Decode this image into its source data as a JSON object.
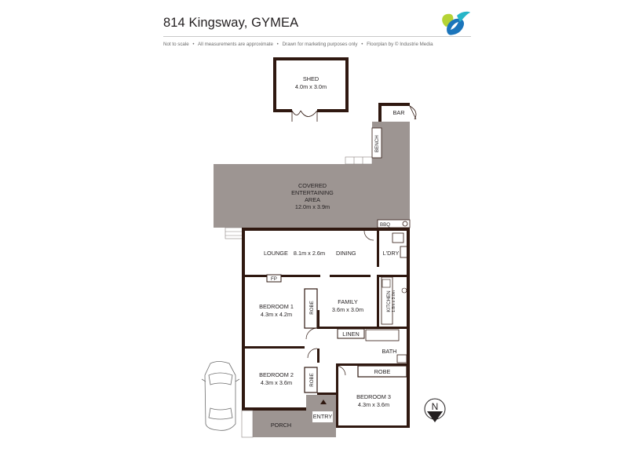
{
  "header": {
    "title": "814 Kingsway, GYMEA",
    "disclaimers": [
      "Not to scale",
      "•",
      "All measurements are approximate",
      "•",
      "Drawn for marketing purposes only",
      "•",
      "Floorplan by © Industrie Media"
    ]
  },
  "colors": {
    "wall": "#2f1810",
    "covered_area": "#9d9592",
    "porch": "#9d9592",
    "logo_green": "#b5d334",
    "logo_blue": "#1b75bb",
    "logo_teal": "#27b6c8"
  },
  "logo": {
    "icon": "leaf-logo-icon"
  },
  "rooms": {
    "shed": {
      "name": "SHED",
      "size": "4.0m x 3.0m"
    },
    "bar": {
      "name": "BAR"
    },
    "bench": {
      "name": "BENCH"
    },
    "covered": {
      "line1": "COVERED",
      "line2": "ENTERTAINING",
      "line3": "AREA",
      "size": "12.0m x 3.9m"
    },
    "bbq": {
      "name": "BBQ"
    },
    "lounge": {
      "name": "LOUNGE"
    },
    "lounge_dining_size": "8.1m x 2.6m",
    "dining": {
      "name": "DINING"
    },
    "laundry": {
      "name": "L'DRY"
    },
    "fireplace": {
      "name": "FP"
    },
    "bedroom1": {
      "name": "BEDROOM 1",
      "size": "4.3m x 4.2m"
    },
    "robe1": {
      "name": "ROBE"
    },
    "family": {
      "name": "FAMILY",
      "size": "3.6m x 3.0m"
    },
    "kitchen": {
      "name": "KITCHEN",
      "size": "1.8m x 3.0m"
    },
    "linen": {
      "name": "LINEN"
    },
    "bath": {
      "name": "BATH"
    },
    "bedroom2": {
      "name": "BEDROOM 2",
      "size": "4.3m x 3.6m"
    },
    "robe2": {
      "name": "ROBE"
    },
    "robe3": {
      "name": "ROBE"
    },
    "bedroom3": {
      "name": "BEDROOM 3",
      "size": "4.3m x 3.6m"
    },
    "porch": {
      "name": "PORCH"
    },
    "entry": {
      "name": "ENTRY"
    }
  },
  "compass": {
    "letter": "N",
    "icon": "north-arrow-icon"
  },
  "car": {
    "icon": "car-icon"
  }
}
